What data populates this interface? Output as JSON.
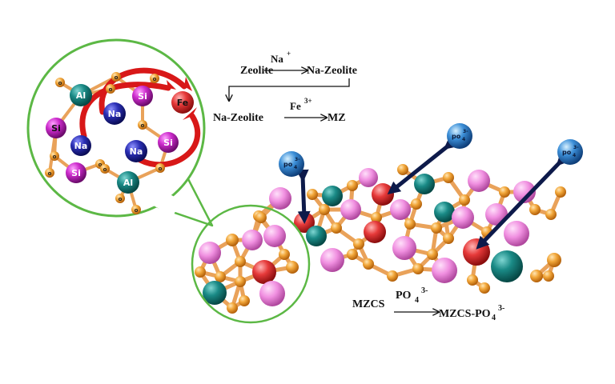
{
  "colors": {
    "aluminium": "#1a8a86",
    "sodium": "#2b2fb5",
    "silicon": "#cc2bcc",
    "oxygen": "#f2a73a",
    "iron": "#e63a3a",
    "phosphate": "#3c8fd8",
    "framework_si": "#f08fe0",
    "bubble_border": "#5cb845",
    "exchange_arrow": "#d81818",
    "adsorption_arrow": "#0d1a4a"
  },
  "reactions": {
    "r1": {
      "reactant": "Zeolite",
      "reagent": "Na",
      "reagent_charge": "+",
      "product": "Na-Zeolite"
    },
    "r2": {
      "reactant": "Na-Zeolite",
      "reagent": "Fe",
      "reagent_charge": "3+",
      "product": "MZ"
    },
    "r3": {
      "reactant": "MZCS",
      "reagent": "PO",
      "reagent_sub": "4",
      "reagent_charge": "3-",
      "product": "MZCS-PO",
      "product_sub": "4",
      "product_charge": "3-"
    }
  },
  "zoom": {
    "al_1": "Al",
    "al_2": "Al",
    "na_1": "Na",
    "na_2": "Na",
    "na_3": "Na",
    "si_1": "Si",
    "si_2": "Si",
    "si_3": "Si",
    "si_4": "Si",
    "fe": "Fe",
    "o_label": "o"
  },
  "phosphate": {
    "label": "po",
    "sub": "4",
    "charge": "3-"
  }
}
